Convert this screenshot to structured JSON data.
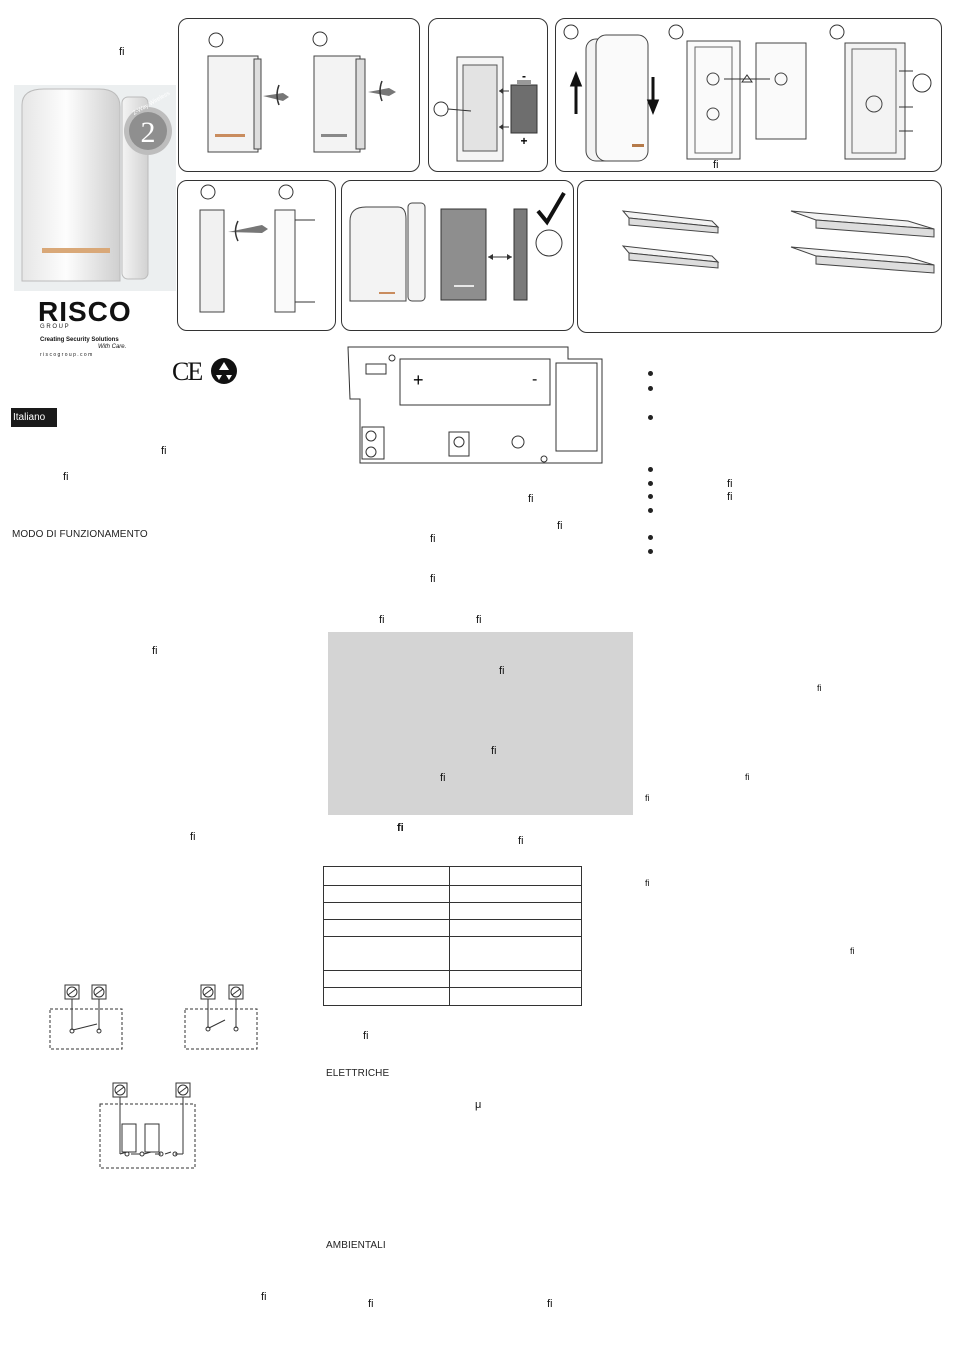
{
  "document": {
    "language_tab": "Italiano",
    "headings": {
      "mode": "MODO DI FUNZIONAMENTO",
      "electrical": "ELETTRICHE",
      "environmental": "AMBIENTALI"
    },
    "ligature_glyph": "ﬁ",
    "mu_glyph": "μ"
  },
  "brand": {
    "logo": "RISCO",
    "group": "G R O U P",
    "tagline": "Creating Security Solutions",
    "tagline_script": "With Care.",
    "website": "r i s c o g r o u p . c o m",
    "badge_text": "2-Way Wireless",
    "badge_number": "2"
  },
  "certifications": {
    "ce": "CE"
  },
  "figures": {
    "step_plus": "+",
    "step_minus": "-",
    "battery_plus": "+",
    "battery_minus": "-"
  },
  "colors": {
    "grey_box": "#d4d4d4",
    "border": "#333333",
    "language_tab_bg": "#1a1a1a"
  }
}
